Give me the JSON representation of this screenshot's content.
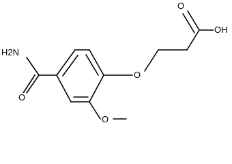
{
  "molecule": {
    "atoms": {
      "amide_nh2": "H2N",
      "amide_o": "O",
      "ether_o": "O",
      "methoxy_o": "O",
      "acid_o": "O",
      "acid_oh": "OH"
    }
  },
  "colors": {
    "bond": "#000000",
    "label": "#000000",
    "background": "#ffffff"
  }
}
